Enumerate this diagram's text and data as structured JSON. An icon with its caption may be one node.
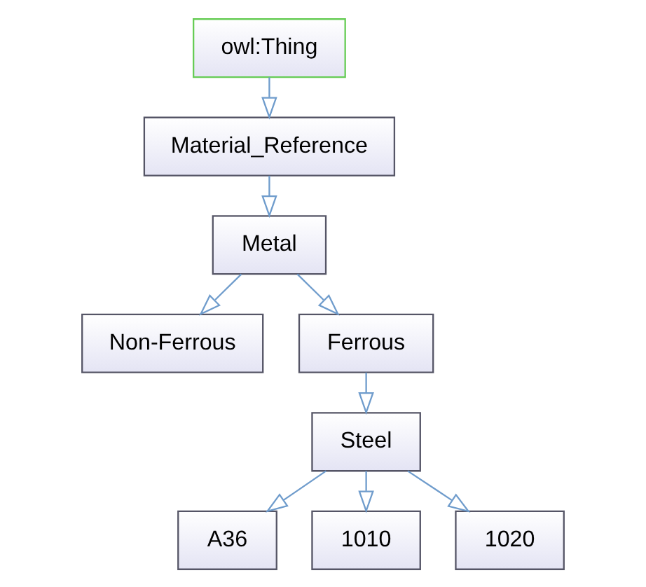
{
  "diagram": {
    "nodes": [
      {
        "text": [
          "owl:Thing"
        ]
      },
      {
        "text": [
          "Material_Reference"
        ]
      },
      {
        "text": [
          "Metal"
        ]
      },
      {
        "text": [
          "Non-Ferrous"
        ]
      },
      {
        "text": [
          "Ferrous"
        ]
      },
      {
        "text": [
          "Steel"
        ]
      },
      {
        "text": [
          "A36"
        ]
      },
      {
        "text": [
          "1010"
        ]
      },
      {
        "text": [
          "1020"
        ]
      }
    ],
    "edges": [
      {
        "from": 0,
        "to": 1,
        "arrow": "to"
      },
      {
        "from": 1,
        "to": 2,
        "arrow": "to"
      },
      {
        "from": 2,
        "to": 3,
        "arrow": "to"
      },
      {
        "from": 2,
        "to": 4,
        "arrow": "to"
      },
      {
        "from": 4,
        "to": 5,
        "arrow": "to"
      },
      {
        "from": 5,
        "to": 6,
        "arrow": "to"
      },
      {
        "from": 5,
        "to": 7,
        "arrow": "to"
      },
      {
        "from": 5,
        "to": 8,
        "arrow": "to"
      }
    ]
  }
}
